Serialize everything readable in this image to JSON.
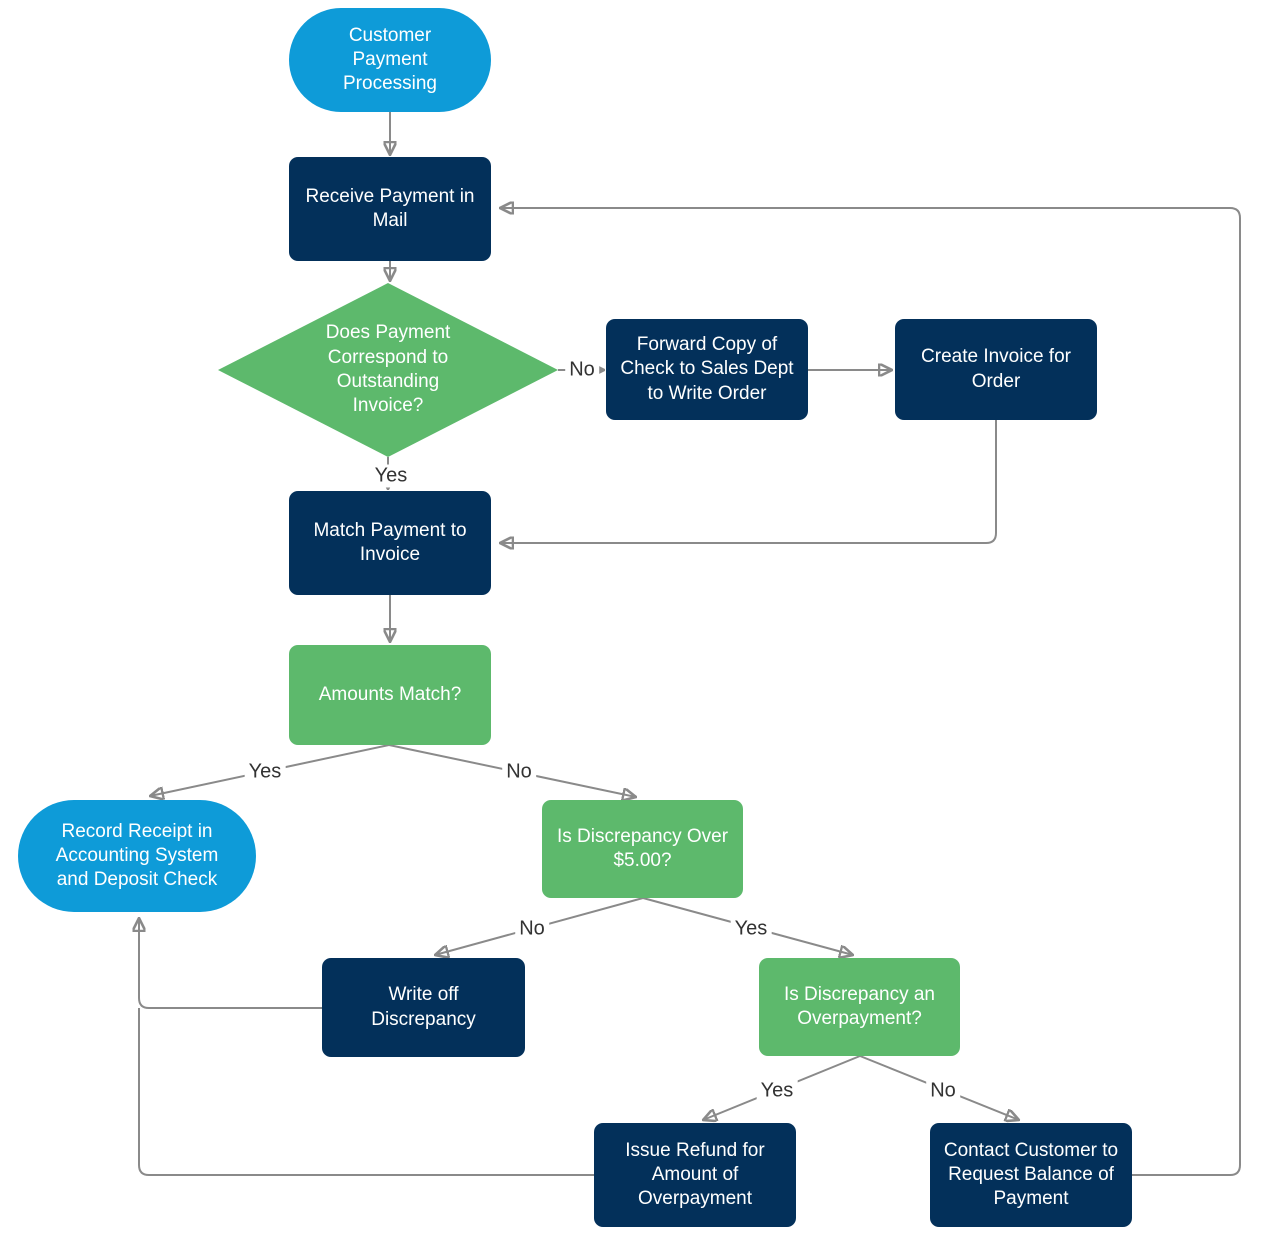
{
  "diagram_title": "Customer Payment Processing",
  "colors": {
    "blue": "#0e9bd8",
    "navy": "#03305a",
    "green": "#5db96c",
    "line": "#8a8a8a",
    "label": "#333333",
    "bg": "#ffffff"
  },
  "nodes": {
    "start": {
      "label": "Customer Payment Processing",
      "type": "terminator"
    },
    "receive_payment": {
      "label": "Receive Payment in Mail",
      "type": "process"
    },
    "payment_corresponds": {
      "label": "Does Payment Correspond to Outstanding Invoice?",
      "type": "decision"
    },
    "forward_copy": {
      "label": "Forward Copy of Check to Sales Dept to Write Order",
      "type": "process"
    },
    "create_invoice": {
      "label": "Create Invoice for Order",
      "type": "process"
    },
    "match_payment": {
      "label": "Match Payment to Invoice",
      "type": "process"
    },
    "amounts_match": {
      "label": "Amounts Match?",
      "type": "decision"
    },
    "record_receipt": {
      "label": "Record Receipt in Accounting System and Deposit Check",
      "type": "terminator"
    },
    "discrepancy_over": {
      "label": "Is Discrepancy Over $5.00?",
      "type": "decision"
    },
    "write_off": {
      "label": "Write off Discrepancy",
      "type": "process"
    },
    "overpayment": {
      "label": "Is Discrepancy an Overpayment?",
      "type": "decision"
    },
    "issue_refund": {
      "label": "Issue Refund for Amount of Overpayment",
      "type": "process"
    },
    "contact_customer": {
      "label": "Contact Customer to Request Balance of Payment",
      "type": "process"
    }
  },
  "edge_labels": {
    "corresponds_no": "No",
    "corresponds_yes": "Yes",
    "amounts_yes": "Yes",
    "amounts_no": "No",
    "over_no": "No",
    "over_yes": "Yes",
    "overpayment_yes": "Yes",
    "overpayment_no": "No"
  }
}
